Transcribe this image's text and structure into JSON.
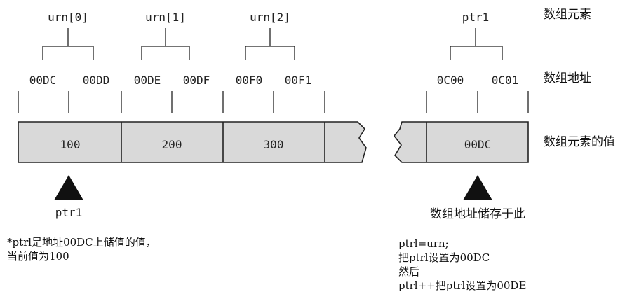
{
  "right_labels": {
    "elements": "数组元素",
    "addresses": "数组地址",
    "values": "数组元素的值"
  },
  "elements": [
    {
      "name": "urn[0]",
      "addr_lo": "00DC",
      "addr_hi": "00DD",
      "value": "100"
    },
    {
      "name": "urn[1]",
      "addr_lo": "00DE",
      "addr_hi": "00DF",
      "value": "200"
    },
    {
      "name": "urn[2]",
      "addr_lo": "00F0",
      "addr_hi": "00F1",
      "value": "300"
    }
  ],
  "pointer": {
    "name": "ptr1",
    "addr_lo": "0C00",
    "addr_hi": "0C01",
    "value": "00DC"
  },
  "left_marker_label": "ptr1",
  "right_marker_label": "数组地址储存于此",
  "left_note": [
    "*ptrl是地址00DC上储值的值，",
    "当前值为100"
  ],
  "right_note": [
    "ptrl=urn;",
    "把ptrl设置为00DC",
    "然后",
    "ptrl++把ptrl设置为00DE"
  ],
  "colors": {
    "cell_fill": "#d9d9d9",
    "stroke": "#222222"
  }
}
